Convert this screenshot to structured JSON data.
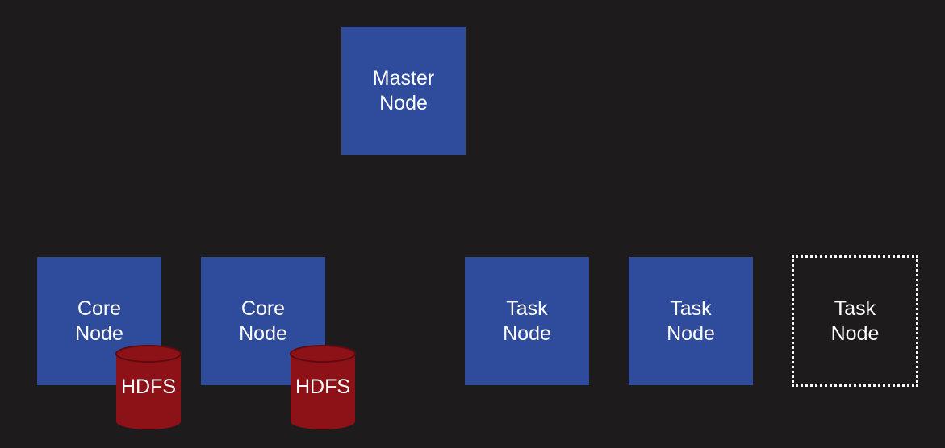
{
  "diagram": {
    "master": {
      "line1": "Master",
      "line2": "Node"
    },
    "core_nodes": [
      {
        "line1": "Core",
        "line2": "Node"
      },
      {
        "line1": "Core",
        "line2": "Node"
      }
    ],
    "storage": [
      {
        "label": "HDFS"
      },
      {
        "label": "HDFS"
      }
    ],
    "task_nodes": [
      {
        "line1": "Task",
        "line2": "Node"
      },
      {
        "line1": "Task",
        "line2": "Node"
      },
      {
        "line1": "Task",
        "line2": "Node",
        "style": "dotted-outline"
      }
    ],
    "colors": {
      "background": "#1e1b1c",
      "node_fill": "#2e4b9c",
      "hdfs_fill": "#8c1218",
      "text": "#ffffff"
    }
  }
}
